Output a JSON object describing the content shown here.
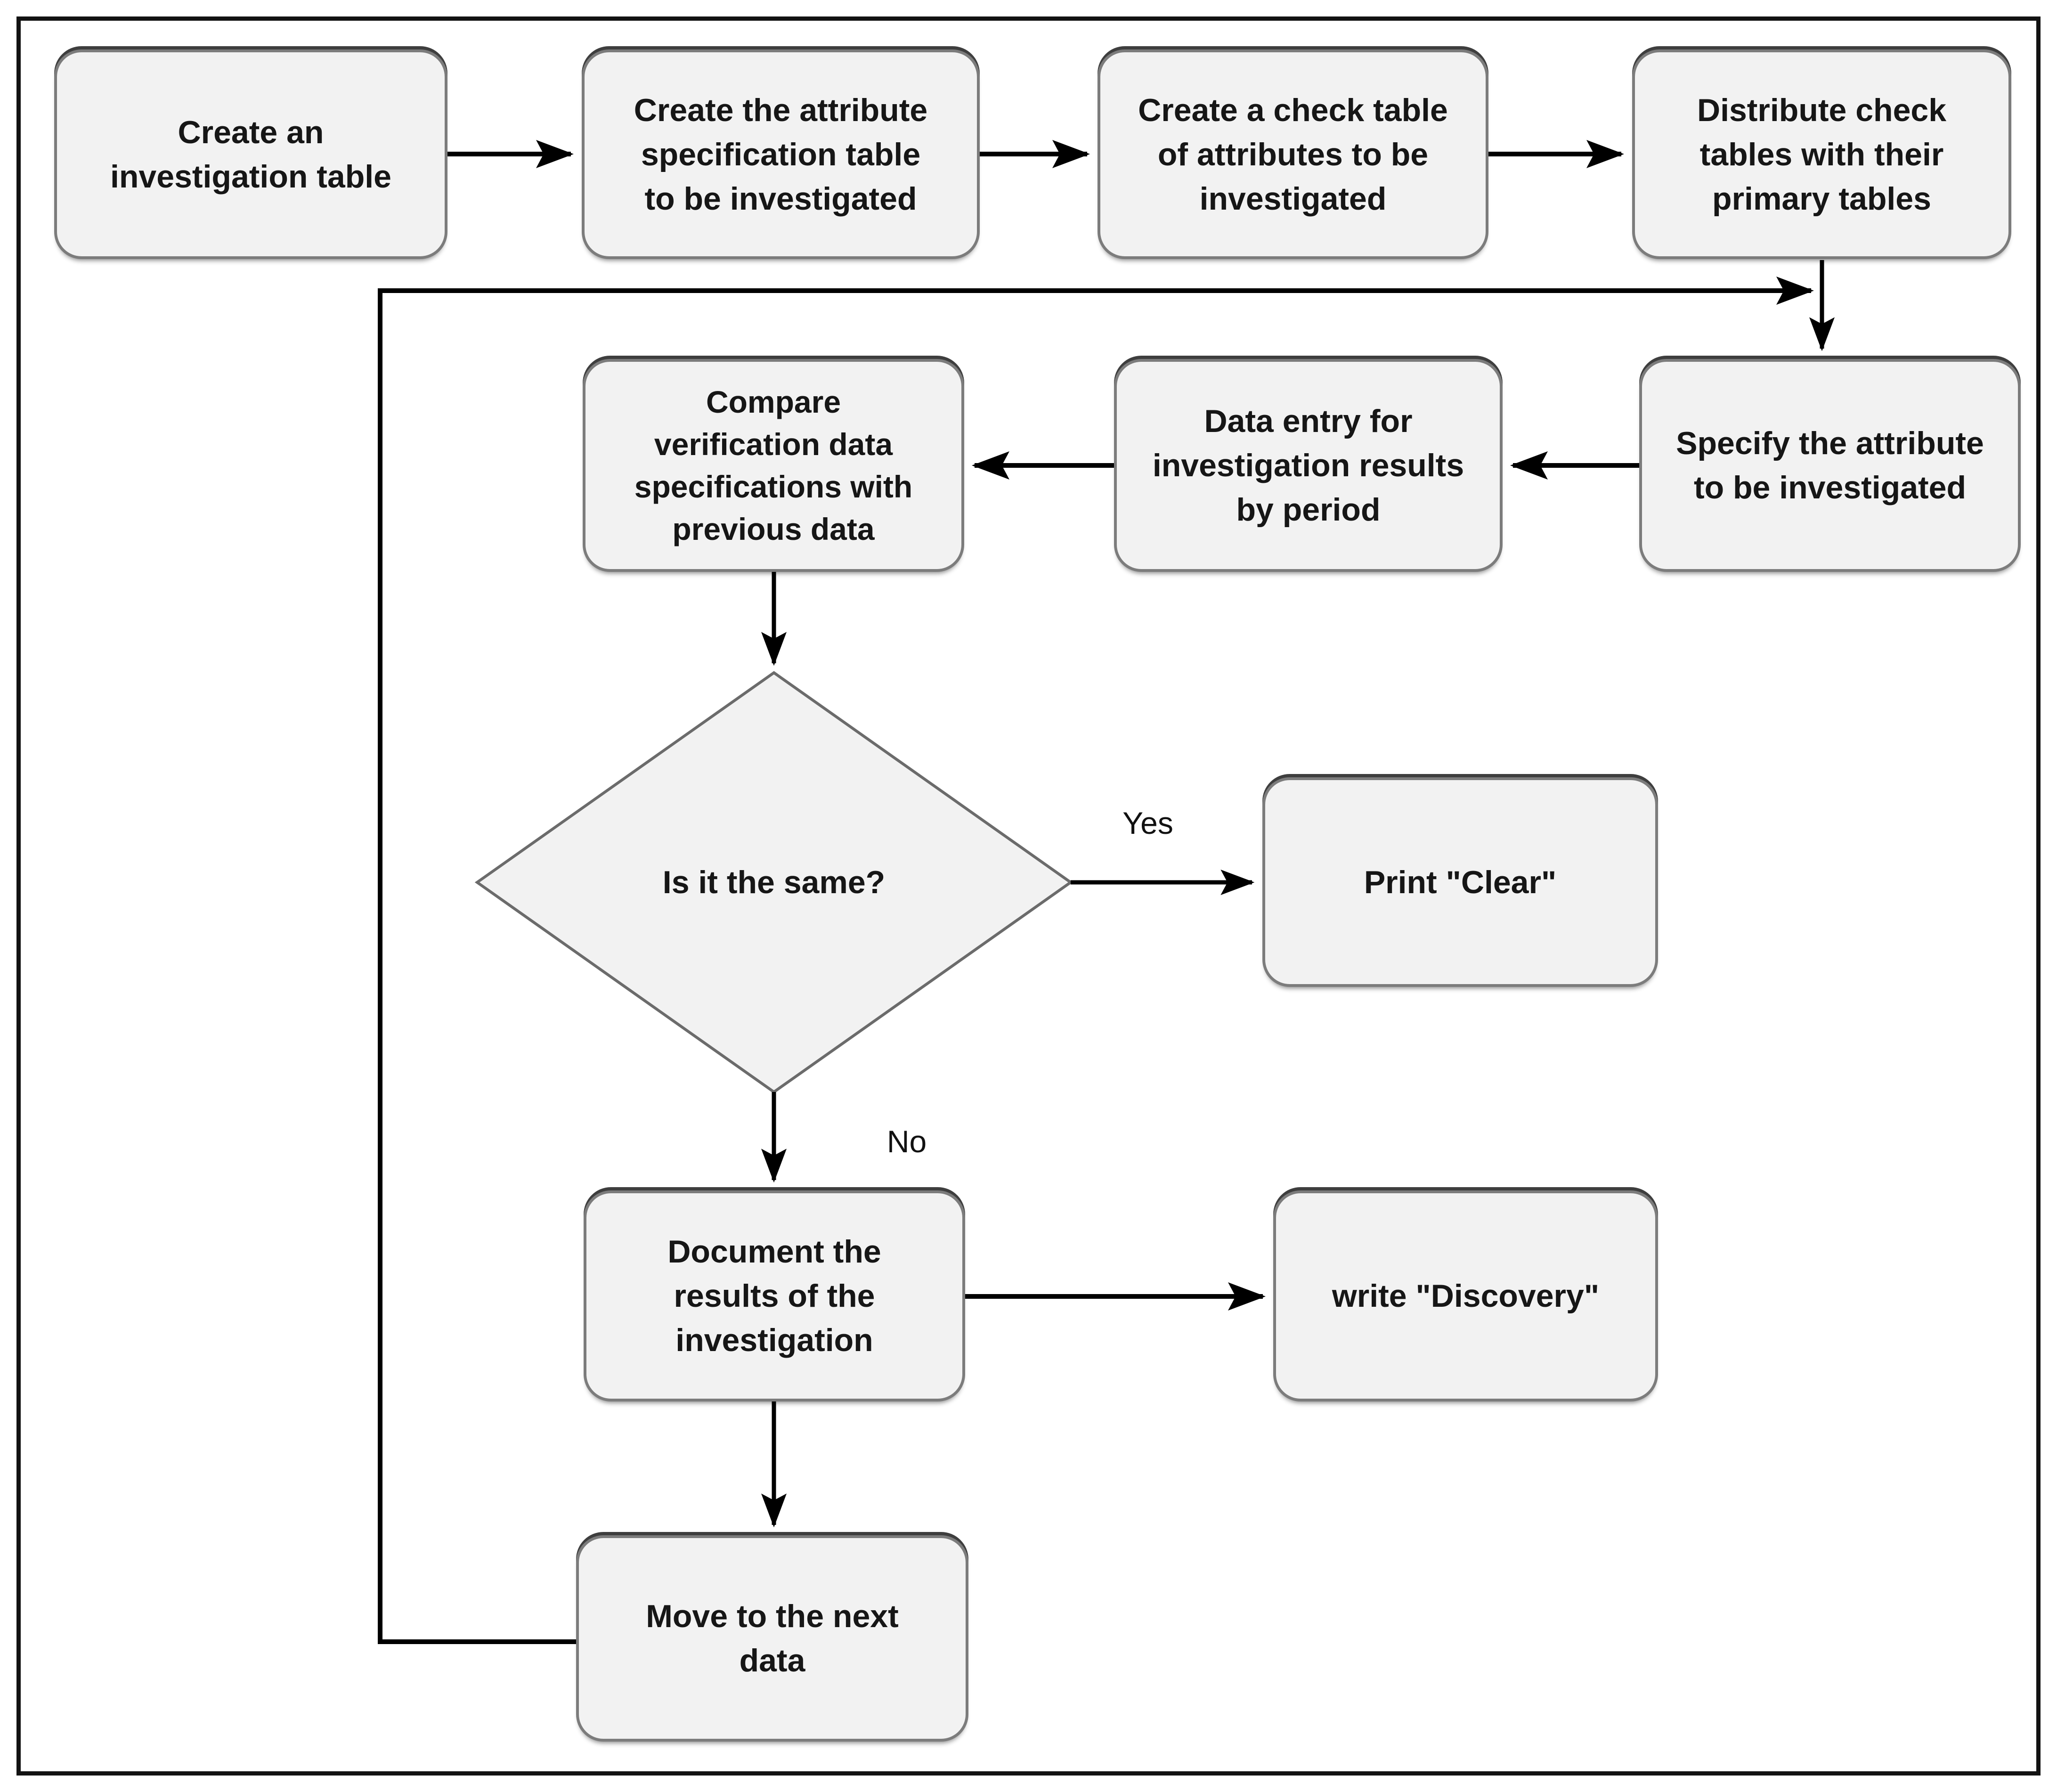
{
  "diagram_type": "flowchart",
  "colors": {
    "background": "#ffffff",
    "frame_border": "#121212",
    "node_fill": "#f2f2f2",
    "node_border": "#7c7c7c",
    "node_border_top": "#3e3e3e",
    "connector": "#000000",
    "text": "#161616"
  },
  "nodes": {
    "create_investigation_table": {
      "label": "Create an\ninvestigation table"
    },
    "create_attribute_spec_table": {
      "label": "Create the attribute\nspecification table\nto be investigated"
    },
    "create_check_table": {
      "label": "Create a check table\nof attributes to be\ninvestigated"
    },
    "distribute_check_tables": {
      "label": "Distribute check\ntables with their\nprimary tables"
    },
    "specify_attribute": {
      "label": "Specify the attribute\nto be investigated"
    },
    "data_entry": {
      "label": "Data entry for\ninvestigation results\nby period"
    },
    "compare_verification": {
      "label": "Compare\nverification data\nspecifications with\nprevious data"
    },
    "decision_is_same": {
      "label": "Is it the same?"
    },
    "print_clear": {
      "label": "Print \"Clear\""
    },
    "document_results": {
      "label": "Document the\nresults of the\ninvestigation"
    },
    "write_discovery": {
      "label": "write \"Discovery\""
    },
    "move_next_data": {
      "label": "Move to the next\ndata"
    }
  },
  "edge_labels": {
    "yes": "Yes",
    "no": "No"
  },
  "edges": [
    {
      "from": "create_investigation_table",
      "to": "create_attribute_spec_table"
    },
    {
      "from": "create_attribute_spec_table",
      "to": "create_check_table"
    },
    {
      "from": "create_check_table",
      "to": "distribute_check_tables"
    },
    {
      "from": "distribute_check_tables",
      "to": "specify_attribute"
    },
    {
      "from": "specify_attribute",
      "to": "data_entry"
    },
    {
      "from": "data_entry",
      "to": "compare_verification"
    },
    {
      "from": "compare_verification",
      "to": "decision_is_same"
    },
    {
      "from": "decision_is_same",
      "to": "print_clear",
      "label": "Yes"
    },
    {
      "from": "decision_is_same",
      "to": "document_results",
      "label": "No"
    },
    {
      "from": "document_results",
      "to": "write_discovery"
    },
    {
      "from": "document_results",
      "to": "move_next_data"
    },
    {
      "from": "move_next_data",
      "to": "specify_attribute",
      "note": "feedback loop"
    }
  ]
}
